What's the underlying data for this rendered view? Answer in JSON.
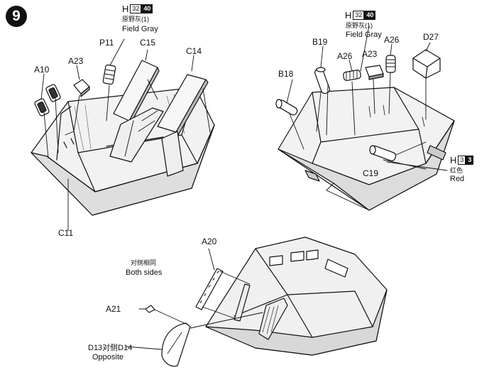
{
  "step": "9",
  "view1": {
    "paint": {
      "prefix": "H",
      "code1": "32",
      "code2": "40",
      "name_cn": "原野灰(1)",
      "name_en": "Field Gray"
    },
    "parts": [
      "A10",
      "A23",
      "P11",
      "C15",
      "C14",
      "C11"
    ]
  },
  "view2": {
    "paint_gray": {
      "prefix": "H",
      "code1": "32",
      "code2": "40",
      "name_cn": "原野灰(1)",
      "name_en": "Field Gray"
    },
    "paint_red": {
      "prefix": "H",
      "code1": "3",
      "code2": "3",
      "name_cn": "红色",
      "name_en": "Red"
    },
    "parts": [
      "B19",
      "A26",
      "A23",
      "A26",
      "D27",
      "B18",
      "C19"
    ]
  },
  "view3": {
    "note_cn": "对侧相同",
    "note_en": "Both sides",
    "parts": [
      "A20",
      "A21"
    ],
    "mirror_label": "D13对侧D14",
    "mirror_en": "Opposite"
  }
}
